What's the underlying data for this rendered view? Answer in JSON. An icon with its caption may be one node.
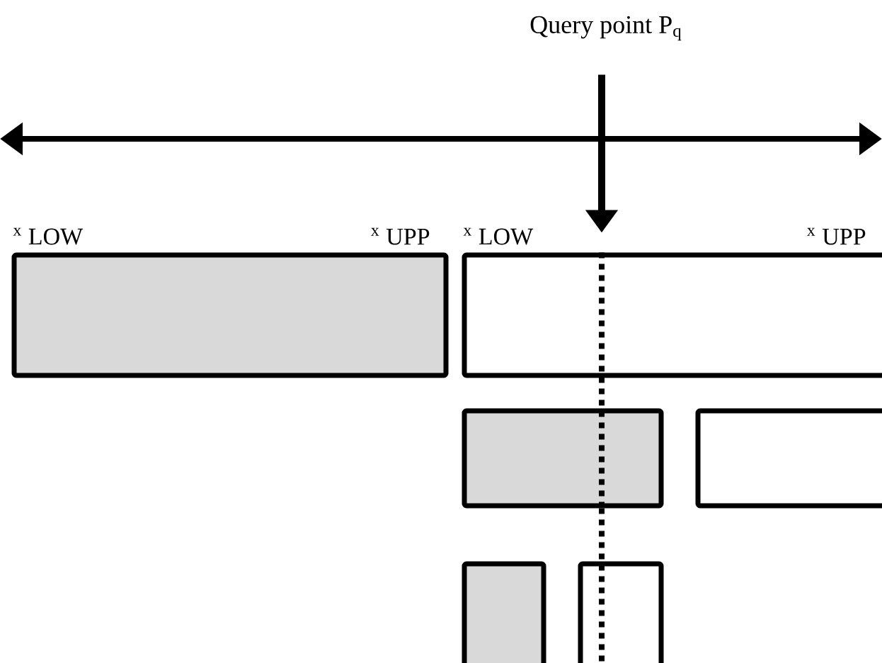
{
  "diagram": {
    "nodes": [
      {
        "text": [
          "Query point P$_{q}$"
        ]
      },
      {
        "text": [],
        "shape": "box",
        "beside": [
          "$^{x}$ LOW",
          "$^{x}$ UPP"
        ]
      },
      {
        "text": [],
        "shape": "box",
        "beside": [
          "$^{x}$ LOW",
          "$^{x}$ UPP"
        ]
      },
      {
        "text": [],
        "shape": "box"
      },
      {
        "text": [],
        "shape": "box"
      },
      {
        "text": [],
        "shape": "box"
      },
      {
        "text": [],
        "shape": "box"
      }
    ],
    "edges": [
      {
        "from": 0,
        "to": 2,
        "arrow": "to"
      },
      {
        "from": 2,
        "to": 3,
        "arrow": "none",
        "style": "dashed"
      },
      {
        "from": 3,
        "to": 6,
        "arrow": "none",
        "style": "dashed"
      }
    ]
  }
}
